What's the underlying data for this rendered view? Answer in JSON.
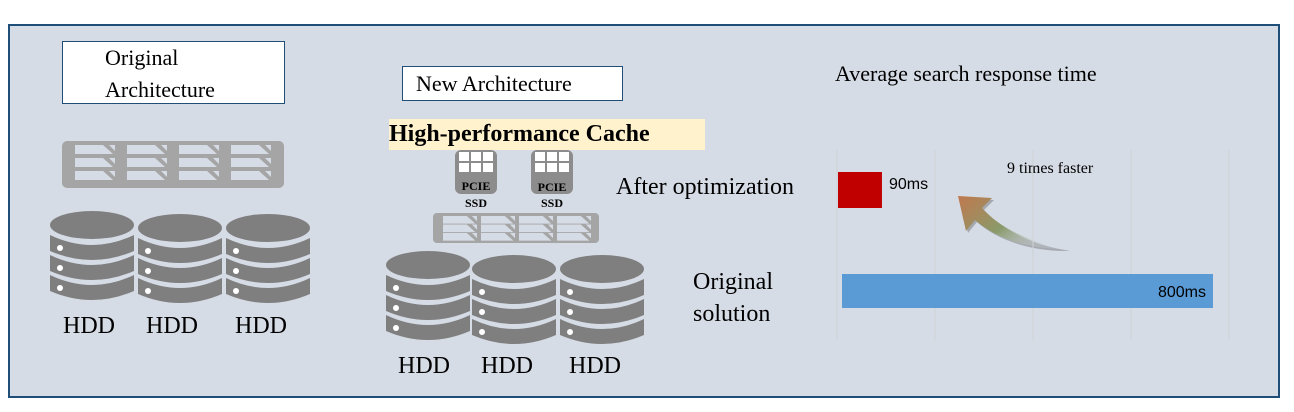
{
  "original_architecture": {
    "title": "Original Architecture",
    "title_lines": [
      "Original",
      "Architecture"
    ],
    "rack_icon": "server-rack-icon",
    "disks": [
      {
        "icon": "hdd-stack-icon",
        "label": "HDD"
      },
      {
        "icon": "hdd-stack-icon",
        "label": "HDD"
      },
      {
        "icon": "hdd-stack-icon",
        "label": "HDD"
      }
    ]
  },
  "new_architecture": {
    "title": "New Architecture",
    "cache_banner": "High-performance Cache",
    "ssds": [
      {
        "icon": "pcie-ssd-icon",
        "label_top": "PCIE",
        "label_bottom": "SSD"
      },
      {
        "icon": "pcie-ssd-icon",
        "label_top": "PCIE",
        "label_bottom": "SSD"
      }
    ],
    "rack_icon": "server-rack-icon",
    "disks": [
      {
        "icon": "hdd-stack-icon",
        "label": "HDD"
      },
      {
        "icon": "hdd-stack-icon",
        "label": "HDD"
      },
      {
        "icon": "hdd-stack-icon",
        "label": "HDD"
      }
    ]
  },
  "comparison": {
    "annotation": "9 times faster",
    "annotation_icon": "curved-arrow-up-icon"
  },
  "chart_data": {
    "type": "bar",
    "orientation": "horizontal",
    "title": "Average search response time",
    "categories": [
      "After optimization",
      "Original solution"
    ],
    "category_lines": [
      [
        "After optimization"
      ],
      [
        "Original",
        "solution"
      ]
    ],
    "values": [
      90,
      800
    ],
    "data_labels": [
      "90ms",
      "800ms"
    ],
    "colors": [
      "#c00000",
      "#5b9bd5"
    ],
    "unit": "ms",
    "xlabel": "",
    "ylabel": "",
    "xlim": [
      0,
      800
    ],
    "gridlines": [
      0,
      200,
      400,
      600,
      800
    ],
    "grid": true,
    "legend": "none"
  }
}
